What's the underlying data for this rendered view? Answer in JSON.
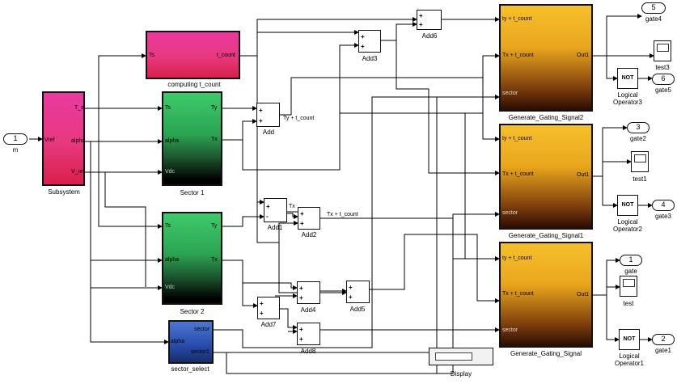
{
  "model": {
    "input_port": {
      "number": "1",
      "label": "m"
    },
    "subsystem": {
      "label": "Subsystem",
      "in_port": "Vref",
      "out_ports": [
        "T_s",
        "alpha",
        "V_ref"
      ]
    },
    "computing": {
      "label": "computing t_count",
      "in_port": "Ts",
      "out_port": "t_count"
    },
    "sector1": {
      "label": "Sector 1",
      "in_ports": [
        "Ts",
        "alpha",
        "Vdc"
      ],
      "out_ports": [
        "Ty",
        "Tx"
      ]
    },
    "sector2": {
      "label": "Sector 2",
      "in_ports": [
        "Ts",
        "alpha",
        "Vdc"
      ],
      "out_ports": [
        "Ty",
        "Tx"
      ]
    },
    "sector_select": {
      "label": "sector_select",
      "in_port": "alpha",
      "out_ports": [
        "sector",
        "sector1"
      ]
    },
    "sums": {
      "add": {
        "label": "Add",
        "signs": [
          "+",
          "+"
        ]
      },
      "add1": {
        "label": "Add1",
        "signs": [
          "+",
          "-"
        ]
      },
      "add2": {
        "label": "Add2",
        "signs": [
          "+",
          "+"
        ]
      },
      "add3": {
        "label": "Add3",
        "signs": [
          "+",
          "+"
        ]
      },
      "add4": {
        "label": "Add4",
        "signs": [
          "+",
          "+"
        ]
      },
      "add5": {
        "label": "Add5",
        "signs": [
          "+",
          "+"
        ]
      },
      "add6": {
        "label": "Add6",
        "signs": [
          "+",
          "+"
        ]
      },
      "add7": {
        "label": "Add7",
        "signs": [
          "+",
          "+"
        ]
      },
      "add8": {
        "label": "Add8",
        "signs": [
          "+",
          "+"
        ]
      }
    },
    "wire_labels": {
      "ty_t": "Ty + t_count",
      "tx": "Tx",
      "tx_t": "Tx + t_count"
    },
    "gating_blocks": [
      {
        "label": "Generate_Gating_Signal2",
        "in_ports": [
          "ty + t_count",
          "Tx + t_count",
          "sector"
        ],
        "out_port": "Out1"
      },
      {
        "label": "Generate_Gating_Signal1",
        "in_ports": [
          "ty + t_count",
          "Tx + t_count",
          "sector"
        ],
        "out_port": "Out1"
      },
      {
        "label": "Generate_Gating_Signal",
        "in_ports": [
          "ty + t_count",
          "Tx + t_count",
          "sector"
        ],
        "out_port": "Out1"
      }
    ],
    "outputs": {
      "gate4": {
        "number": "5",
        "label": "gate4"
      },
      "gate5": {
        "number": "6",
        "label": "gate5"
      },
      "gate2": {
        "number": "3",
        "label": "gate2"
      },
      "gate3": {
        "number": "4",
        "label": "gate3"
      },
      "gate": {
        "number": "1",
        "label": "gate"
      },
      "gate1": {
        "number": "2",
        "label": "gate1"
      }
    },
    "scopes": {
      "test3": "test3",
      "test1": "test1",
      "test": "test"
    },
    "not_blocks": {
      "op3": {
        "text": "NOT",
        "label": "Logical Operator3"
      },
      "op2": {
        "text": "NOT",
        "label": "Logical Operator2"
      },
      "op1": {
        "text": "NOT",
        "label": "Logical Operator1"
      }
    },
    "display": {
      "label": "Display"
    }
  }
}
